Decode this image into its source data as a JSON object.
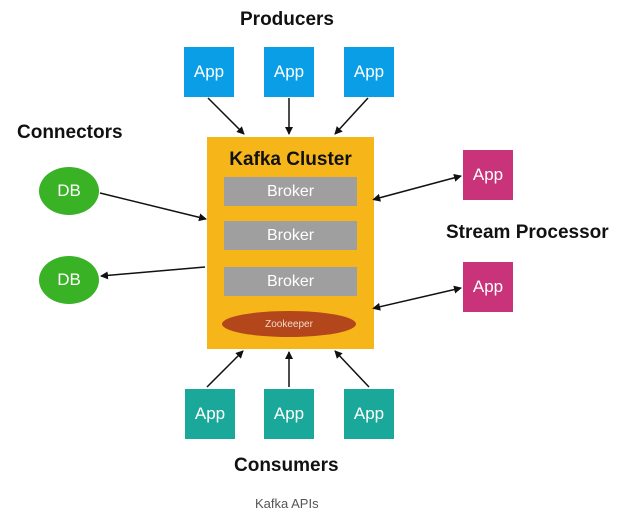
{
  "labels": {
    "producers": "Producers",
    "connectors": "Connectors",
    "stream_processor": "Stream Processor",
    "consumers": "Consumers"
  },
  "cluster": {
    "title": "Kafka Cluster",
    "brokers": [
      "Broker",
      "Broker",
      "Broker"
    ],
    "zookeeper": "Zookeeper"
  },
  "producers": [
    "App",
    "App",
    "App"
  ],
  "consumers": [
    "App",
    "App",
    "App"
  ],
  "stream_apps": [
    "App",
    "App"
  ],
  "connectors": [
    "DB",
    "DB"
  ],
  "caption": "Kafka APIs",
  "colors": {
    "producer": "#0a9ee6",
    "consumer": "#1aa89a",
    "stream": "#c8337a",
    "db": "#39b226",
    "cluster": "#f6b61a",
    "broker": "#9f9f9f",
    "zookeeper": "#b3461a"
  }
}
